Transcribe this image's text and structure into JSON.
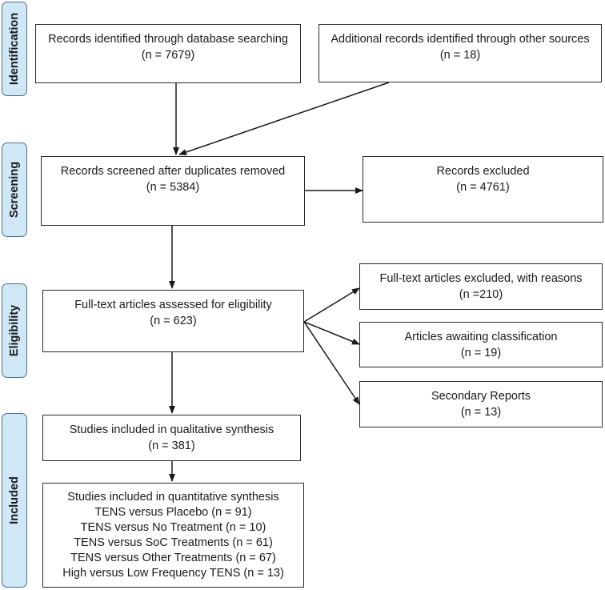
{
  "stages": {
    "identification": "Identification",
    "screening": "Screening",
    "eligibility": "Eligibility",
    "included": "Included"
  },
  "boxes": {
    "database_records": {
      "title": "Records identified through database searching",
      "count": "(n = 7679)"
    },
    "other_sources": {
      "title": "Additional records identified through other sources",
      "count": "(n = 18)"
    },
    "screened": {
      "title": "Records screened after duplicates removed",
      "count": "(n = 5384)"
    },
    "excluded": {
      "title": "Records excluded",
      "count": "(n = 4761)"
    },
    "full_text_assessed": {
      "title": "Full-text articles assessed for eligibility",
      "count": "(n = 623)"
    },
    "full_text_excluded": {
      "title": "Full-text articles excluded, with reasons",
      "count": "(n =210)"
    },
    "awaiting_classification": {
      "title": "Articles awaiting classification",
      "count": "(n = 19)"
    },
    "secondary_reports": {
      "title": "Secondary Reports",
      "count": "(n = 13)"
    },
    "qualitative": {
      "title": "Studies included in qualitative synthesis",
      "count": "(n = 381)"
    },
    "quantitative": {
      "title": "Studies included in quantitative synthesis",
      "lines": [
        "TENS versus Placebo (n = 91)",
        "TENS versus No Treatment (n = 10)",
        "TENS versus SoC Treatments (n = 61)",
        "TENS versus Other Treatments (n = 67)",
        "High versus Low Frequency TENS (n = 13)"
      ]
    }
  }
}
